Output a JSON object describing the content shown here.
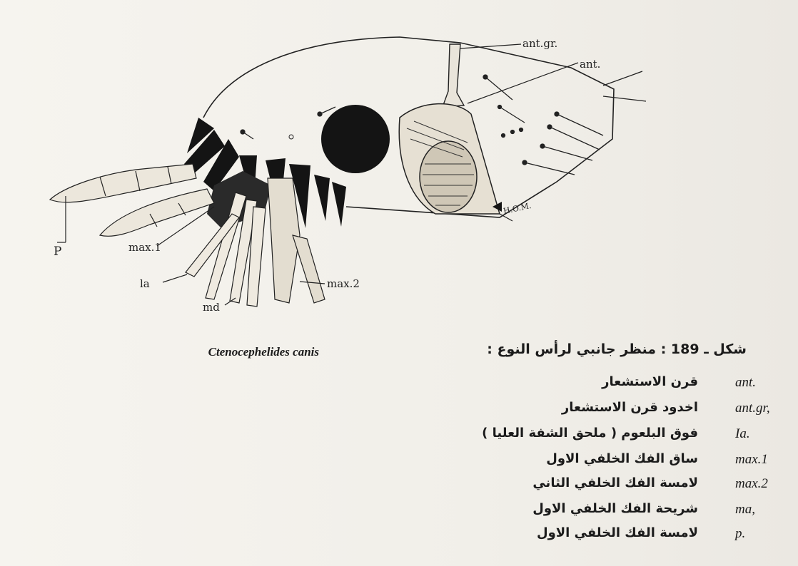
{
  "figure": {
    "labels": {
      "ant_gr": "ant.gr.",
      "ant": "ant.",
      "hom": "H.O.M.",
      "p": "P",
      "max1": "max.1",
      "la": "la",
      "md": "md",
      "max2": "max.2"
    }
  },
  "caption": {
    "species": "Ctenocephelides canis",
    "arabic": "شكل ـ 189 : منظر جانبي لرأس النوع :"
  },
  "legend": [
    {
      "abbr": "ant.",
      "arabic": "قرن الاستشعار"
    },
    {
      "abbr": "ant.gr,",
      "arabic": "اخدود قرن الاستشعار"
    },
    {
      "abbr": "Ia.",
      "arabic": "فوق البلعوم ( ملحق الشفة العليا )"
    },
    {
      "abbr": "max.1",
      "arabic": "ساق الفك الخلفي الاول"
    },
    {
      "abbr": "max.2",
      "arabic": "لامسة الفك الخلفي الثاني"
    },
    {
      "abbr": "ma,",
      "arabic": "شريحة الفك الخلفي الاول"
    },
    {
      "abbr": "p.",
      "arabic": "لامسة الفك الخلفي الاول"
    }
  ]
}
